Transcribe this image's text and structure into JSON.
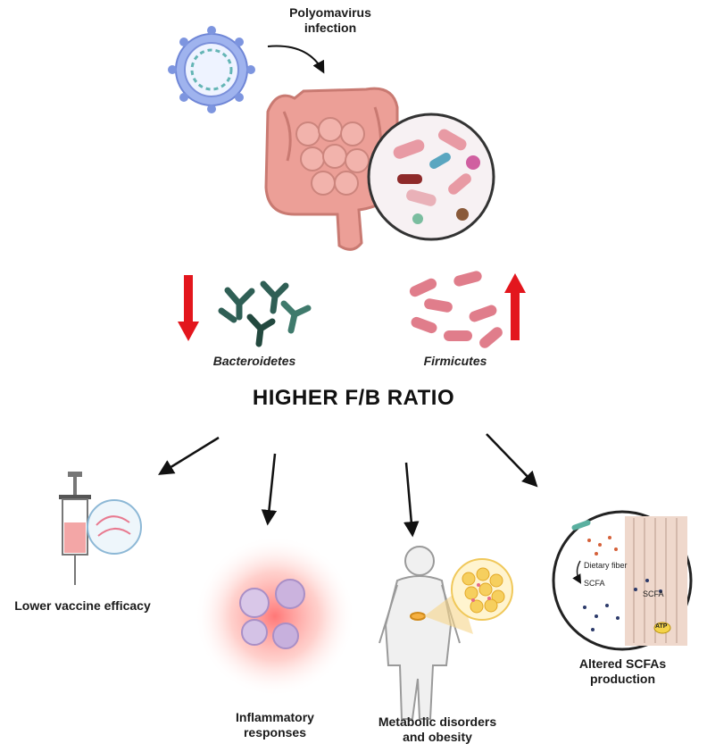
{
  "infection_label": "Polyomavirus\ninfection",
  "bacteroidetes_label": "Bacteroidetes",
  "firmicutes_label": "Firmicutes",
  "ratio_title": "HIGHER F/B RATIO",
  "outcomes": {
    "vaccine": "Lower vaccine efficacy",
    "inflammatory": "Inflammatory\nresponses",
    "metabolic": "Metabolic disorders\nand obesity",
    "scfa": "Altered SCFAs\nproduction"
  },
  "scfa_inset": {
    "dietary_fiber": "Dietary fiber",
    "scfa_left": "SCFA",
    "scfa_right": "SCFA",
    "atp": "ATP"
  },
  "colors": {
    "arrow_red": "#e3161d",
    "bacteroidetes": "#2f5f55",
    "firmicutes": "#e07d8b",
    "virus": "#8fa8e8",
    "intestine": "#e8a39a"
  }
}
